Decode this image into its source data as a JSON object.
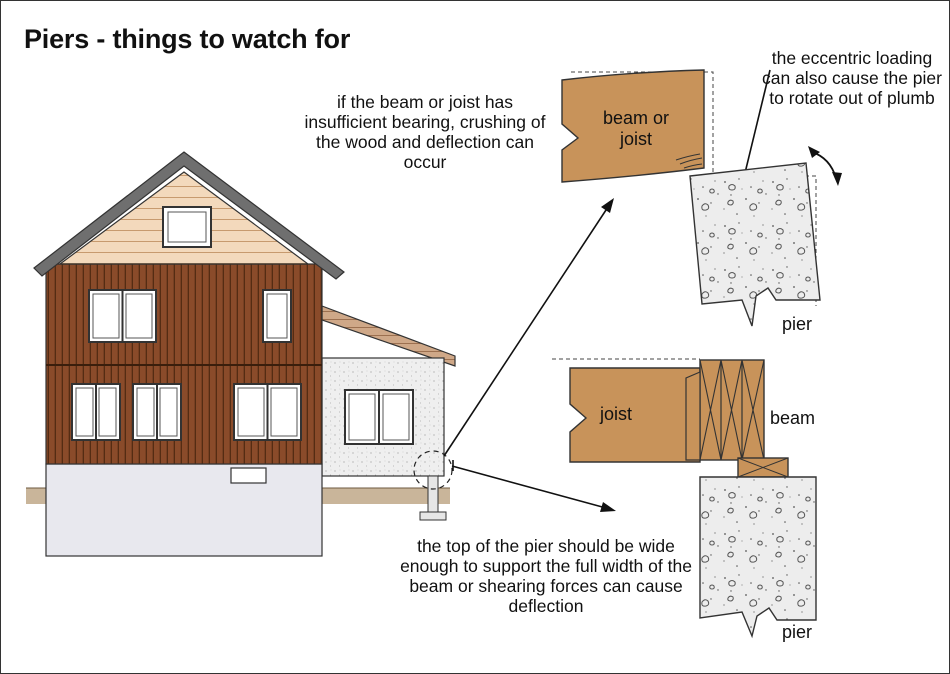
{
  "title": "Piers - things to watch for",
  "callouts": {
    "bearing": "if the beam or joist has insufficient bearing, crushing of the wood and deflection can occur",
    "rotation": "the eccentric loading can also cause the pier to rotate out of plumb",
    "pier_width": "the top of the pier should be wide enough to support the full width of the beam or shearing forces can cause deflection"
  },
  "detail_top": {
    "member_label": "beam or joist",
    "pier_label": "pier"
  },
  "detail_bottom": {
    "joist_label": "joist",
    "beam_label": "beam",
    "pier_label": "pier"
  },
  "colors": {
    "wood": "#c8935a",
    "siding_upper": "#f3d9bc",
    "siding_lower": "#8a4b2a",
    "stucco": "#eeeeee",
    "foundation": "#e8e8ee",
    "roof": "#6f6f6f",
    "ground": "#c9b59a",
    "concrete": "#ececec"
  }
}
